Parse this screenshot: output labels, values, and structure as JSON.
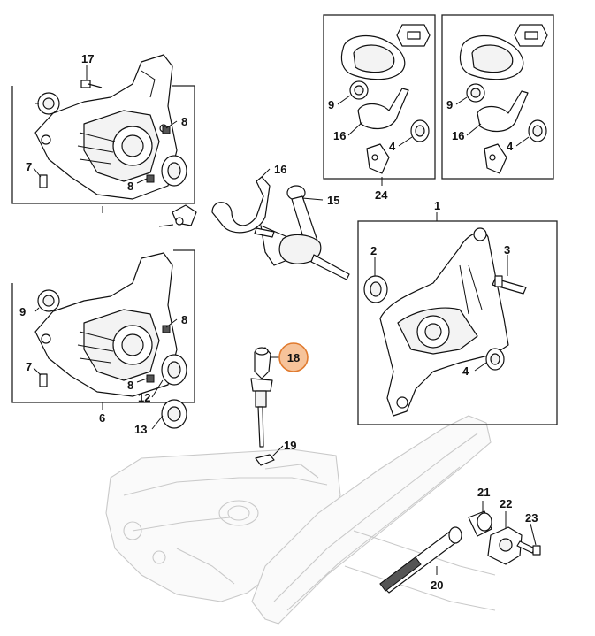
{
  "callouts": {
    "c1": "1",
    "c2": "2",
    "c3": "3",
    "c4a": "4",
    "c4b": "4",
    "c4c": "4",
    "c6": "6",
    "c7a": "7",
    "c7b": "7",
    "c8a": "8",
    "c8b": "8",
    "c8c": "8",
    "c8d": "8",
    "c9a": "9",
    "c9b": "9",
    "c9c": "9",
    "c12": "12",
    "c13": "13",
    "c15": "15",
    "c16a": "16",
    "c16b": "16",
    "c16c": "16",
    "c17": "17",
    "c18": "18",
    "c19": "19",
    "c20": "20",
    "c21": "21",
    "c22": "22",
    "c23": "23",
    "c24": "24"
  },
  "highlight": {
    "part": "18",
    "fill_color": "#f6c39a",
    "stroke_color": "#e07a2e"
  }
}
